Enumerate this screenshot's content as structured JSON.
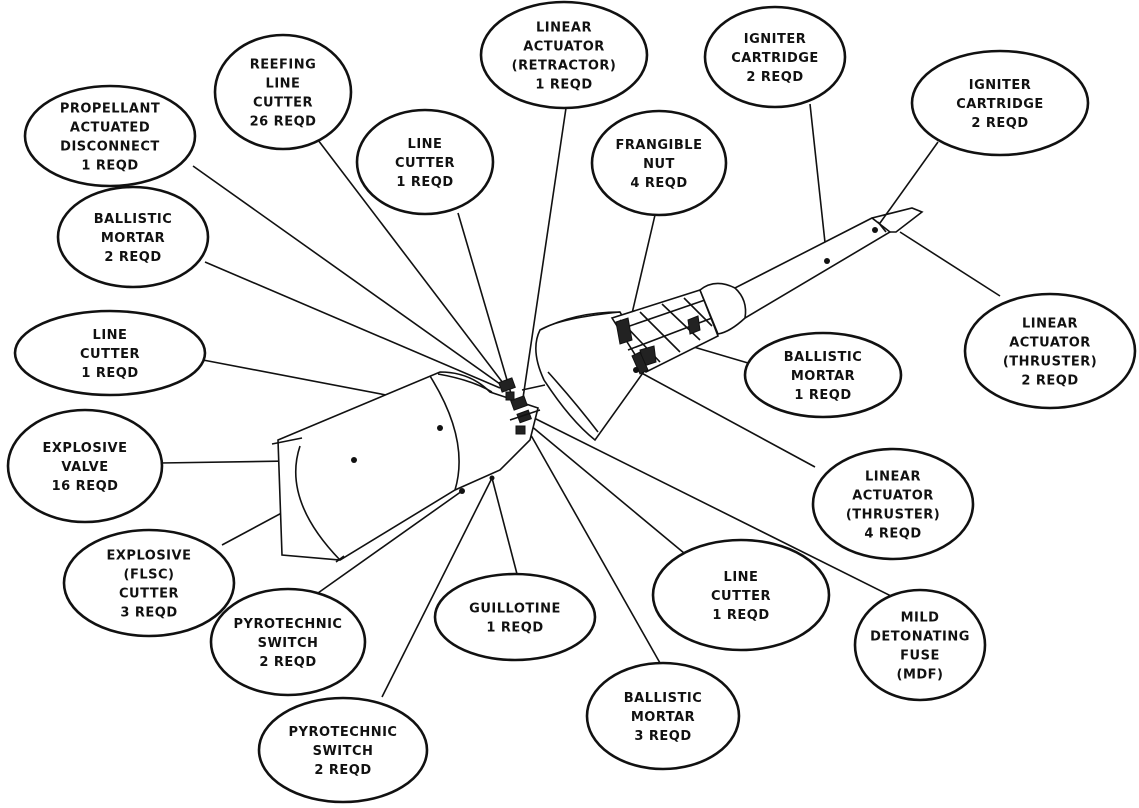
{
  "callouts": [
    {
      "id": "reefing-line-cutter",
      "lines": [
        "REEFING",
        "LINE",
        "CUTTER",
        "26 REQD"
      ]
    },
    {
      "id": "linear-actuator-retractor",
      "lines": [
        "LINEAR",
        "ACTUATOR",
        "(RETRACTOR)",
        "1 REQD"
      ]
    },
    {
      "id": "igniter-cartridge-1",
      "lines": [
        "IGNITER",
        "CARTRIDGE",
        "2 REQD"
      ]
    },
    {
      "id": "igniter-cartridge-2",
      "lines": [
        "IGNITER",
        "CARTRIDGE",
        "2 REQD"
      ]
    },
    {
      "id": "propellant-actuated-disconnect",
      "lines": [
        "PROPELLANT",
        "ACTUATED",
        "DISCONNECT",
        "1 REQD"
      ]
    },
    {
      "id": "line-cutter-top",
      "lines": [
        "LINE",
        "CUTTER",
        "1 REQD"
      ]
    },
    {
      "id": "frangible-nut",
      "lines": [
        "FRANGIBLE",
        "NUT",
        "4 REQD"
      ]
    },
    {
      "id": "ballistic-mortar-left",
      "lines": [
        "BALLISTIC",
        "MORTAR",
        "2 REQD"
      ]
    },
    {
      "id": "linear-actuator-thruster-2",
      "lines": [
        "LINEAR",
        "ACTUATOR",
        "(THRUSTER)",
        "2 REQD"
      ]
    },
    {
      "id": "line-cutter-left",
      "lines": [
        "LINE",
        "CUTTER",
        "1 REQD"
      ]
    },
    {
      "id": "ballistic-mortar-center",
      "lines": [
        "BALLISTIC",
        "MORTAR",
        "1 REQD"
      ]
    },
    {
      "id": "explosive-valve",
      "lines": [
        "EXPLOSIVE",
        "VALVE",
        "16 REQD"
      ]
    },
    {
      "id": "linear-actuator-thruster-4",
      "lines": [
        "LINEAR",
        "ACTUATOR",
        "(THRUSTER)",
        "4 REQD"
      ]
    },
    {
      "id": "explosive-flsc-cutter",
      "lines": [
        "EXPLOSIVE",
        "(FLSC)",
        "CUTTER",
        "3 REQD"
      ]
    },
    {
      "id": "line-cutter-bottom",
      "lines": [
        "LINE",
        "CUTTER",
        "1 REQD"
      ]
    },
    {
      "id": "guillotine",
      "lines": [
        "GUILLOTINE",
        "1 REQD"
      ]
    },
    {
      "id": "pyrotechnic-switch-1",
      "lines": [
        "PYROTECHNIC",
        "SWITCH",
        "2 REQD"
      ]
    },
    {
      "id": "mild-detonating-fuse",
      "lines": [
        "MILD",
        "DETONATING",
        "FUSE",
        "(MDF)"
      ]
    },
    {
      "id": "ballistic-mortar-bottom",
      "lines": [
        "BALLISTIC",
        "MORTAR",
        "3 REQD"
      ]
    },
    {
      "id": "pyrotechnic-switch-2",
      "lines": [
        "PYROTECHNIC",
        "SWITCH",
        "2 REQD"
      ]
    }
  ],
  "colors": {
    "ink": "#111111",
    "paper": "#ffffff"
  }
}
